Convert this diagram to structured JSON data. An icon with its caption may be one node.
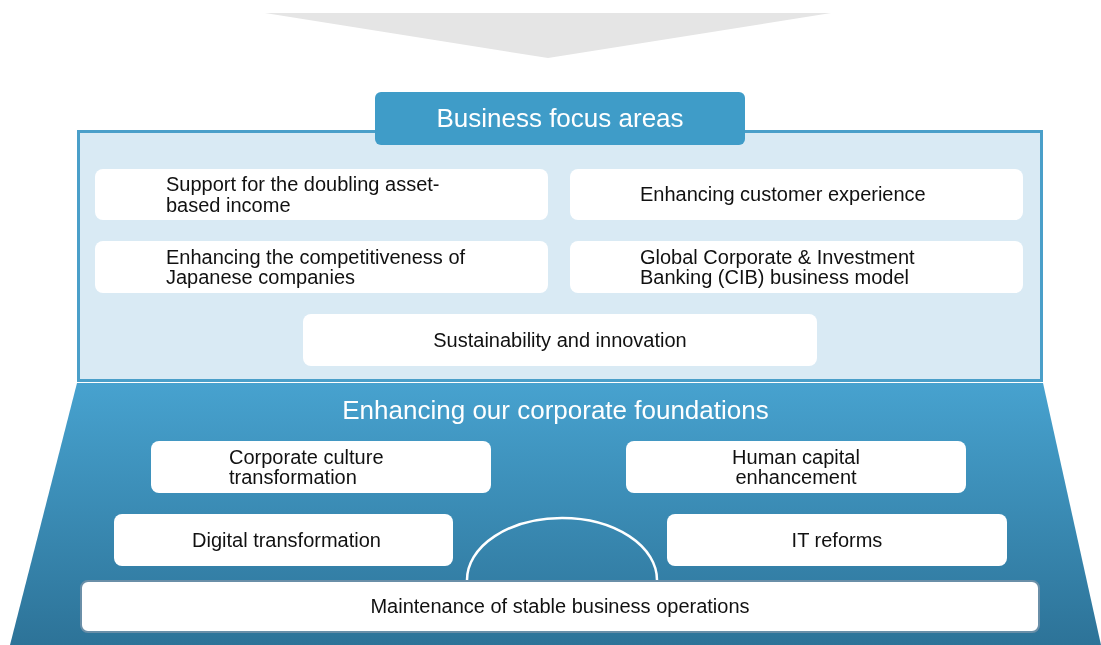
{
  "diagram": {
    "nodes": [
      {
        "text": [
          "Business focus areas"
        ]
      },
      {
        "text": [
          "Support for the doubling asset-based income"
        ],
        "in": 0
      },
      {
        "text": [
          "Enhancing customer experience"
        ],
        "in": 0
      },
      {
        "text": [
          "Enhancing the competitiveness of Japanese companies"
        ],
        "in": 0
      },
      {
        "text": [
          "Global Corporate & Investment Banking (CIB) business model"
        ],
        "in": 0
      },
      {
        "text": [
          "Sustainability and innovation"
        ],
        "in": 0
      },
      {
        "text": [
          "Enhancing our corporate foundations"
        ]
      },
      {
        "text": [
          "Corporate culture transformation"
        ],
        "in": 6
      },
      {
        "text": [
          "Human capital enhancement"
        ],
        "in": 6
      },
      {
        "text": [
          "Digital transformation"
        ],
        "in": 6
      },
      {
        "text": [
          "IT reforms"
        ],
        "in": 6
      },
      {
        "text": [
          "Maintenance of stable business operations"
        ],
        "in": 6
      }
    ]
  }
}
